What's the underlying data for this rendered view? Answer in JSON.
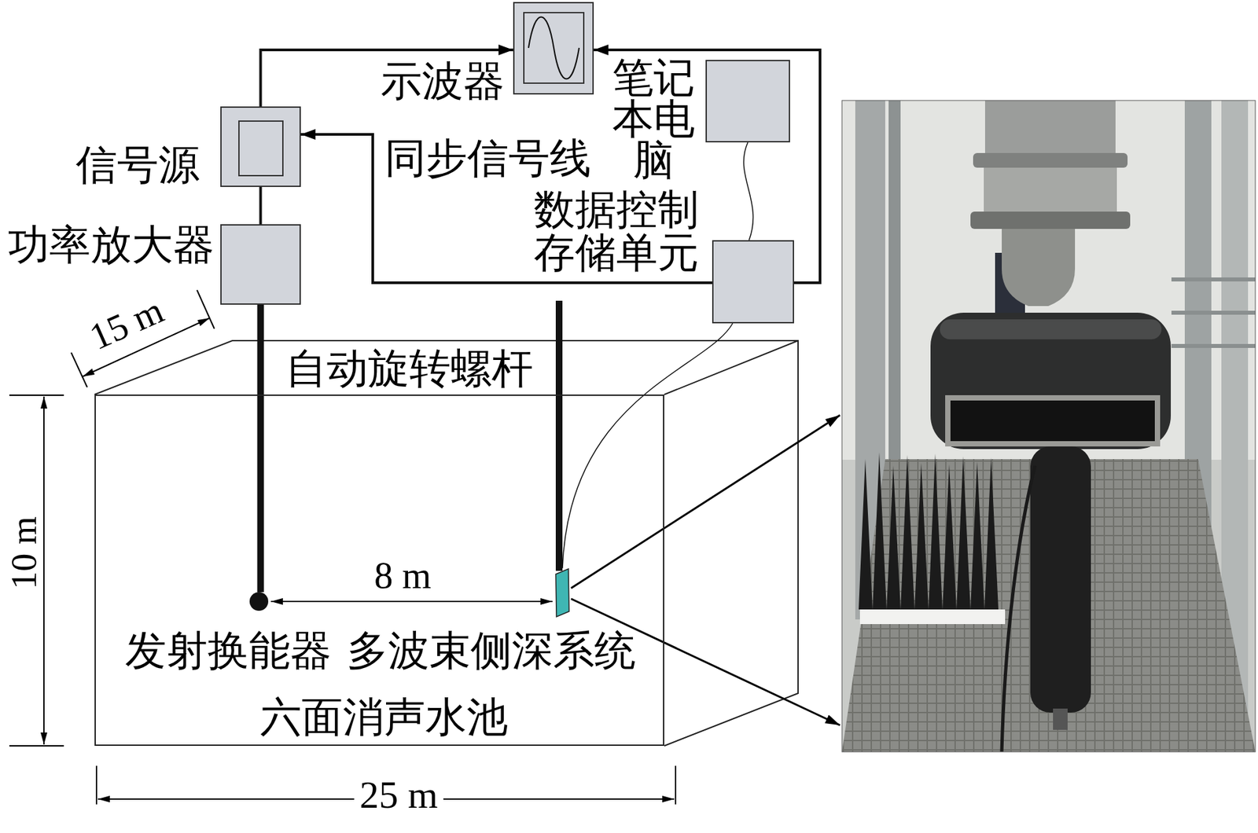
{
  "diagram": {
    "nodes": [
      {
        "text": [
          "示波器"
        ]
      },
      {
        "text": [
          "信号源"
        ]
      },
      {
        "text": [
          "功率放大器"
        ]
      },
      {
        "text": [
          "笔记 本电 脑"
        ]
      },
      {
        "text": [
          "数据控制 存储单元"
        ]
      },
      {
        "text": [
          "六面消声水池"
        ]
      },
      {
        "text": [
          "发射换能器"
        ],
        "in": 5
      },
      {
        "text": [
          "多波束侧深系统"
        ],
        "in": 5
      }
    ],
    "edges": [
      {
        "from": 1,
        "to": 0,
        "arrow": "to"
      },
      {
        "from": 4,
        "to": 0,
        "arrow": "to"
      },
      {
        "from": 4,
        "to": 1,
        "arrow": "to",
        "label": "同步信号线"
      },
      {
        "from": 1,
        "to": 2,
        "arrow": "none"
      },
      {
        "from": 3,
        "to": 4,
        "arrow": "none"
      },
      {
        "from": 2,
        "to": 6,
        "arrow": "none"
      },
      {
        "from": 4,
        "to": 7,
        "arrow": "none"
      }
    ],
    "labels": [
      "15 m",
      "10 m",
      "25 m",
      "8 m",
      "自动旋转螺杆"
    ]
  }
}
